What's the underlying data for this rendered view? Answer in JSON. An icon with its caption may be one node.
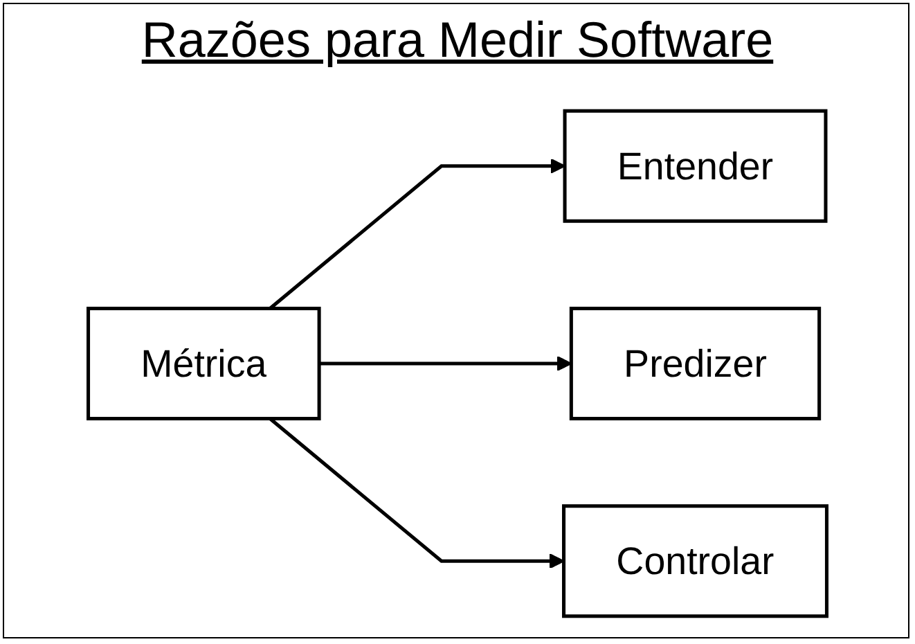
{
  "diagram": {
    "title": "Razões para Medir Software",
    "nodes": [
      {
        "text": [
          "Métrica"
        ]
      },
      {
        "text": [
          "Entender"
        ]
      },
      {
        "text": [
          "Predizer"
        ]
      },
      {
        "text": [
          "Controlar"
        ]
      }
    ],
    "edges": [
      {
        "from": 0,
        "to": 1,
        "arrow": "to"
      },
      {
        "from": 0,
        "to": 2,
        "arrow": "to"
      },
      {
        "from": 0,
        "to": 3,
        "arrow": "to"
      }
    ]
  }
}
